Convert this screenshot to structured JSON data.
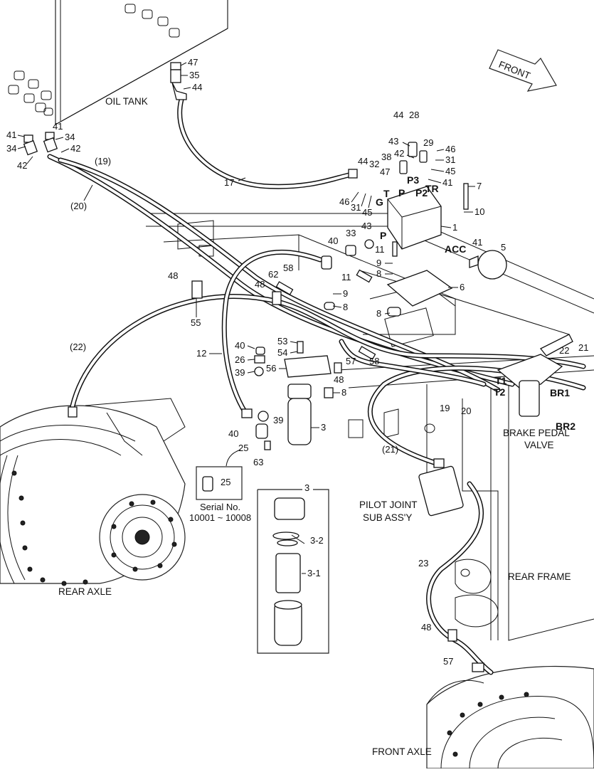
{
  "regions": {
    "oil_tank": "OIL TANK",
    "front_arrow": "FRONT",
    "rear_axle": "REAR AXLE",
    "front_axle": "FRONT AXLE",
    "rear_frame": "REAR FRAME",
    "pilot_joint_line1": "PILOT JOINT",
    "pilot_joint_line2": "SUB ASS'Y",
    "brake_valve_line1": "BRAKE PEDAL",
    "brake_valve_line2": "VALVE"
  },
  "ports": {
    "T": "T",
    "P": "P",
    "P_lower": "P",
    "P2": "P2",
    "P3": "P3",
    "TR": "TR",
    "G": "G",
    "ACC": "ACC",
    "T1": "T1",
    "T2": "T2",
    "BR1": "BR1",
    "BR2": "BR2"
  },
  "serial_note": {
    "part": "25",
    "line1": "Serial No.",
    "line2": "10001 ~ 10008"
  },
  "filter_detail": {
    "part": "3",
    "element_a": "3-2",
    "element_b": "3-1"
  },
  "part_numbers": {
    "p47a": "47",
    "p35": "35",
    "p44a": "44",
    "p41a": "41",
    "p41b": "41",
    "p34a": "34",
    "p34b": "34",
    "p42a": "42",
    "p42b": "42",
    "p19a": "(19)",
    "p20a": "(20)",
    "p17": "17",
    "p44b": "44",
    "p28": "28",
    "p43a": "43",
    "p42c": "42",
    "p29": "29",
    "p46a": "46",
    "p31a": "31",
    "p45a": "45",
    "p41c": "41",
    "p38": "38",
    "p44c": "44",
    "p32": "32",
    "p47b": "47",
    "p46b": "46",
    "p31b": "31",
    "p45b": "45",
    "p7": "7",
    "p10": "10",
    "p1": "1",
    "p33": "33",
    "p43b": "43",
    "p40a": "40",
    "p11a": "11",
    "p41d": "41",
    "p5": "5",
    "p9a": "9",
    "p8a": "8",
    "p6": "6",
    "p11b": "11",
    "p9b": "9",
    "p8b": "8",
    "p8c": "8",
    "p48a": "48",
    "p55": "55",
    "p62": "62",
    "p58a": "58",
    "p48b": "48",
    "p22a": "(22)",
    "p12": "12",
    "p40b": "40",
    "p26": "26",
    "p39a": "39",
    "p53": "53",
    "p54": "54",
    "p56": "56",
    "p48c": "48",
    "p57a": "57",
    "p58b": "58",
    "p8d": "8",
    "p22b": "22",
    "p21a": "21",
    "p19b": "19",
    "p20b": "20",
    "p39b": "39",
    "p3": "3",
    "p40c": "40",
    "p25": "25",
    "p63": "63",
    "p21b": "(21)",
    "p23": "23",
    "p48d": "48",
    "p57b": "57"
  }
}
